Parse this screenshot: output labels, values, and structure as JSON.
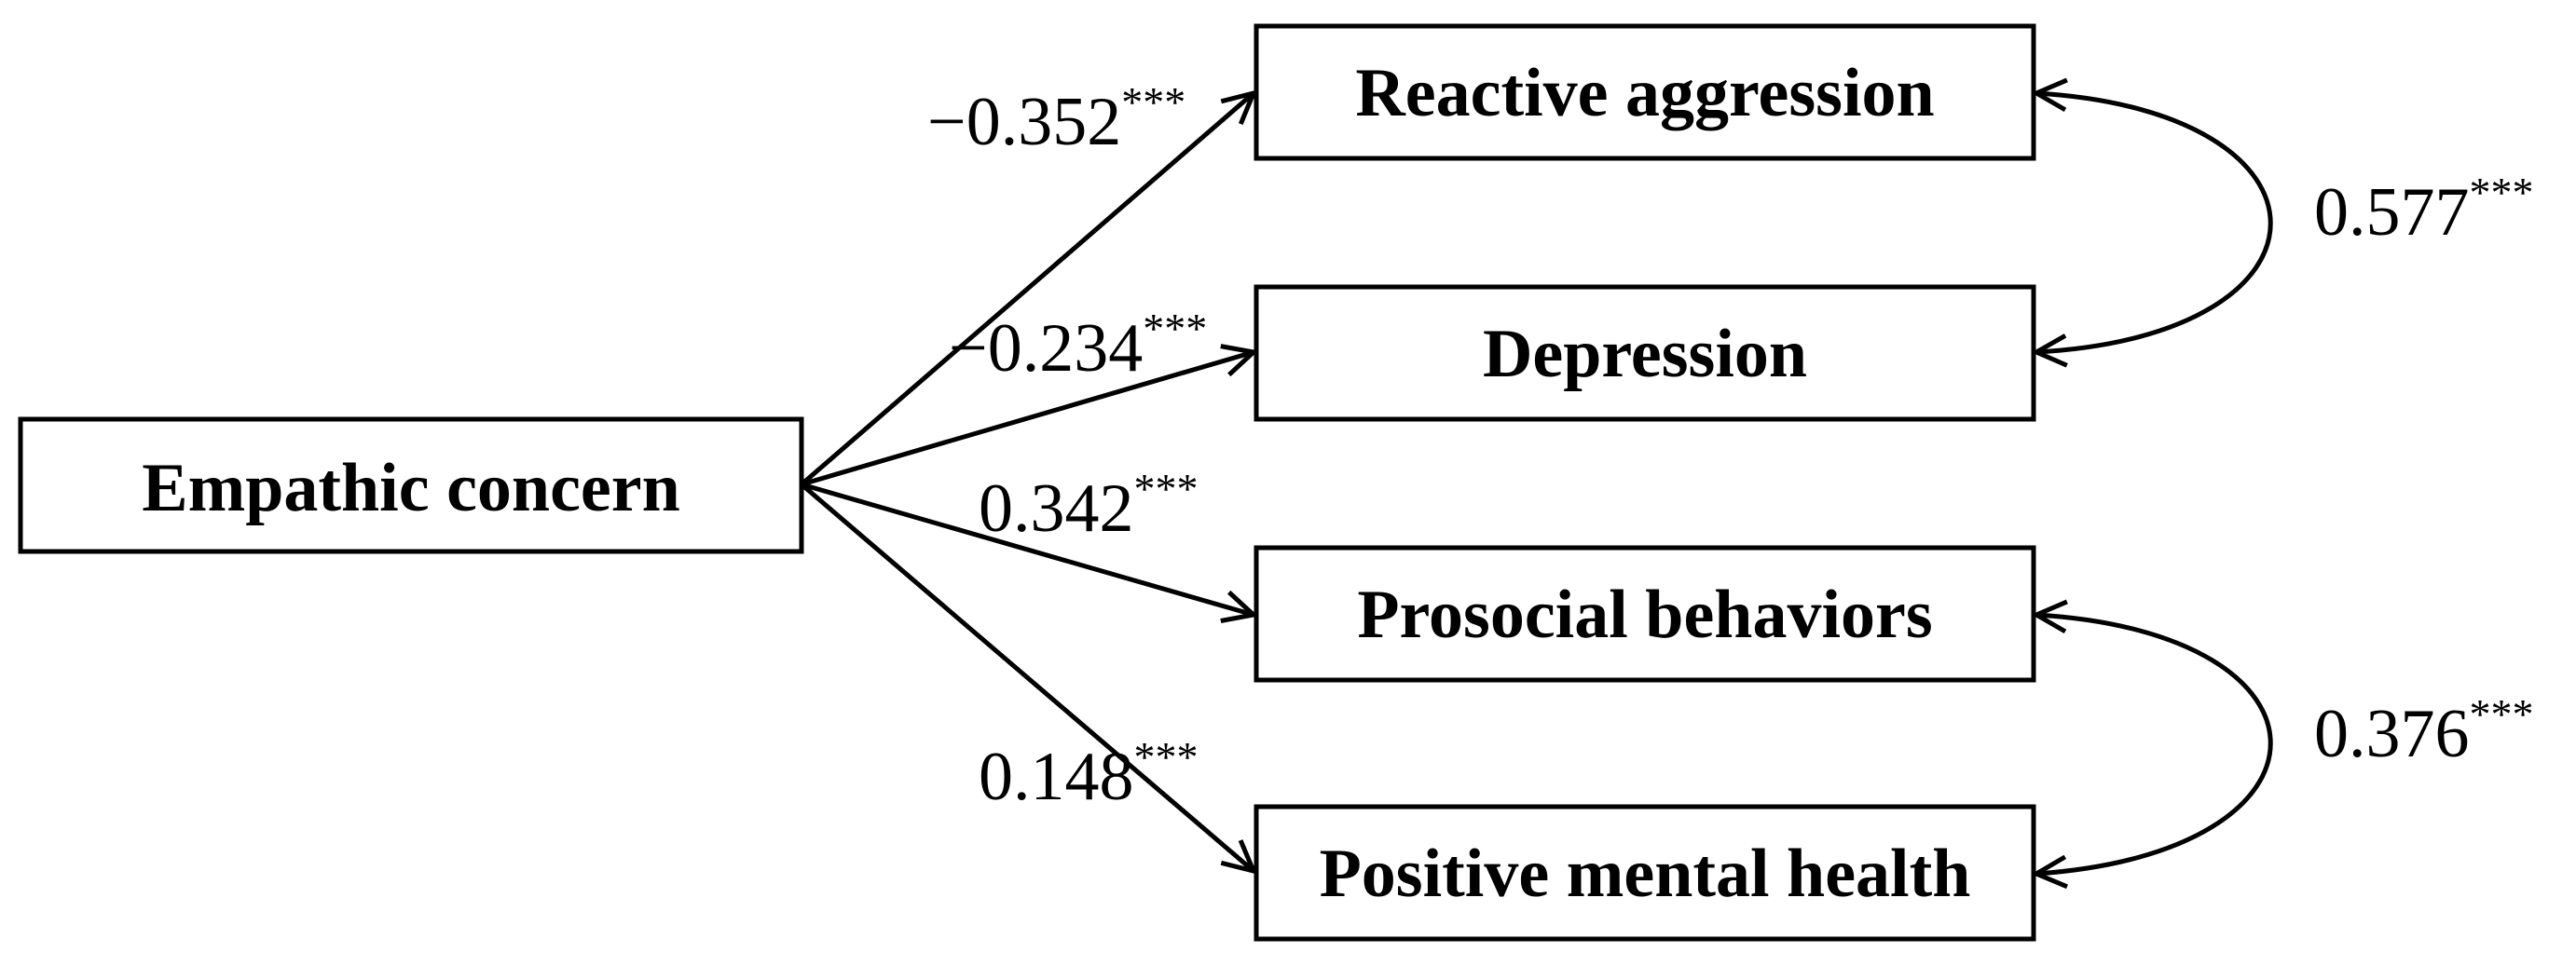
{
  "nodes": {
    "empathic": "Empathic concern",
    "reactive": "Reactive aggression",
    "depression": "Depression",
    "prosocial": "Prosocial behaviors",
    "positive": "Positive mental health"
  },
  "paths": {
    "to_reactive": {
      "coef": "−0.352",
      "sig": "***"
    },
    "to_depression": {
      "coef": "−0.234",
      "sig": "***"
    },
    "to_prosocial": {
      "coef": "0.342",
      "sig": "***"
    },
    "to_positive": {
      "coef": "0.148",
      "sig": "***"
    }
  },
  "covariances": {
    "reactive_depression": {
      "coef": "0.577",
      "sig": "***"
    },
    "prosocial_positive": {
      "coef": "0.376",
      "sig": "***"
    }
  }
}
